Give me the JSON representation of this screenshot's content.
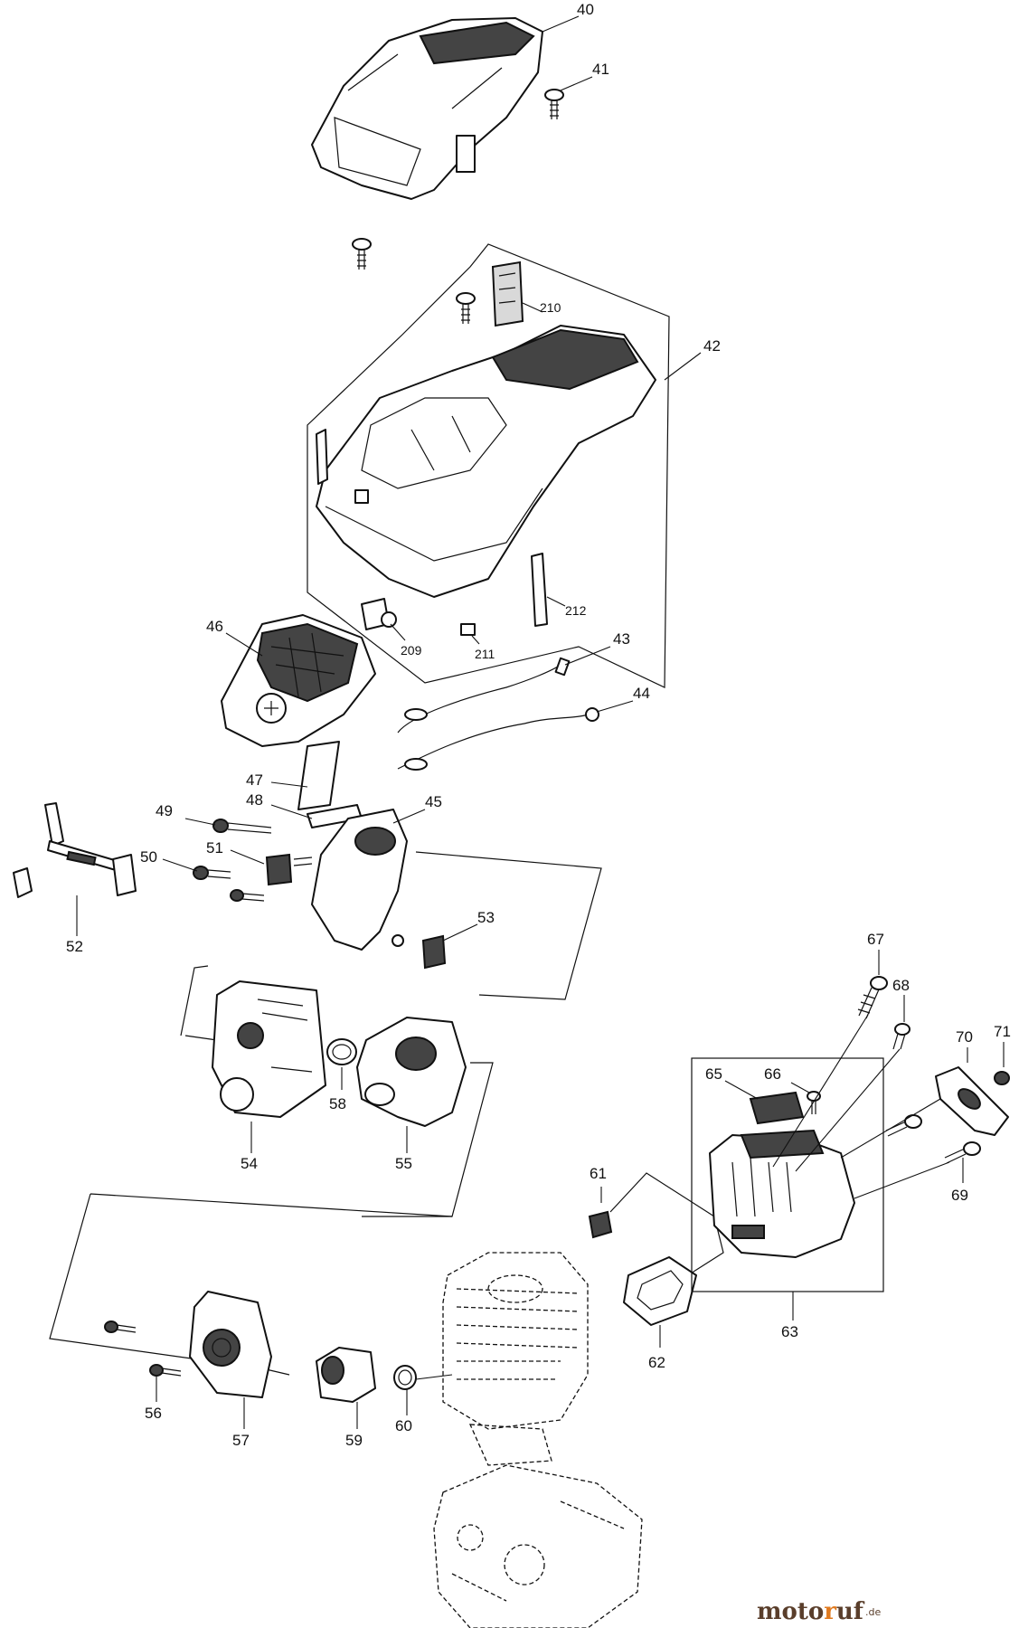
{
  "callouts": {
    "p40": "40",
    "p41": "41",
    "p42": "42",
    "p43": "43",
    "p44": "44",
    "p45": "45",
    "p46": "46",
    "p47": "47",
    "p48": "48",
    "p49": "49",
    "p50": "50",
    "p51": "51",
    "p52": "52",
    "p53": "53",
    "p54": "54",
    "p55": "55",
    "p56": "56",
    "p57": "57",
    "p58": "58",
    "p59": "59",
    "p60": "60",
    "p61": "61",
    "p62": "62",
    "p63": "63",
    "p65": "65",
    "p66": "66",
    "p67": "67",
    "p68": "68",
    "p69": "69",
    "p70": "70",
    "p71": "71",
    "p209": "209",
    "p210": "210",
    "p211": "211",
    "p212": "212"
  },
  "watermark": {
    "brand_prefix": "moto",
    "brand_middle": "r",
    "brand_end": "uf",
    "brand_suffix": ".de",
    "color_main": "#5a3e2b",
    "color_accent": "#e07a1f"
  }
}
